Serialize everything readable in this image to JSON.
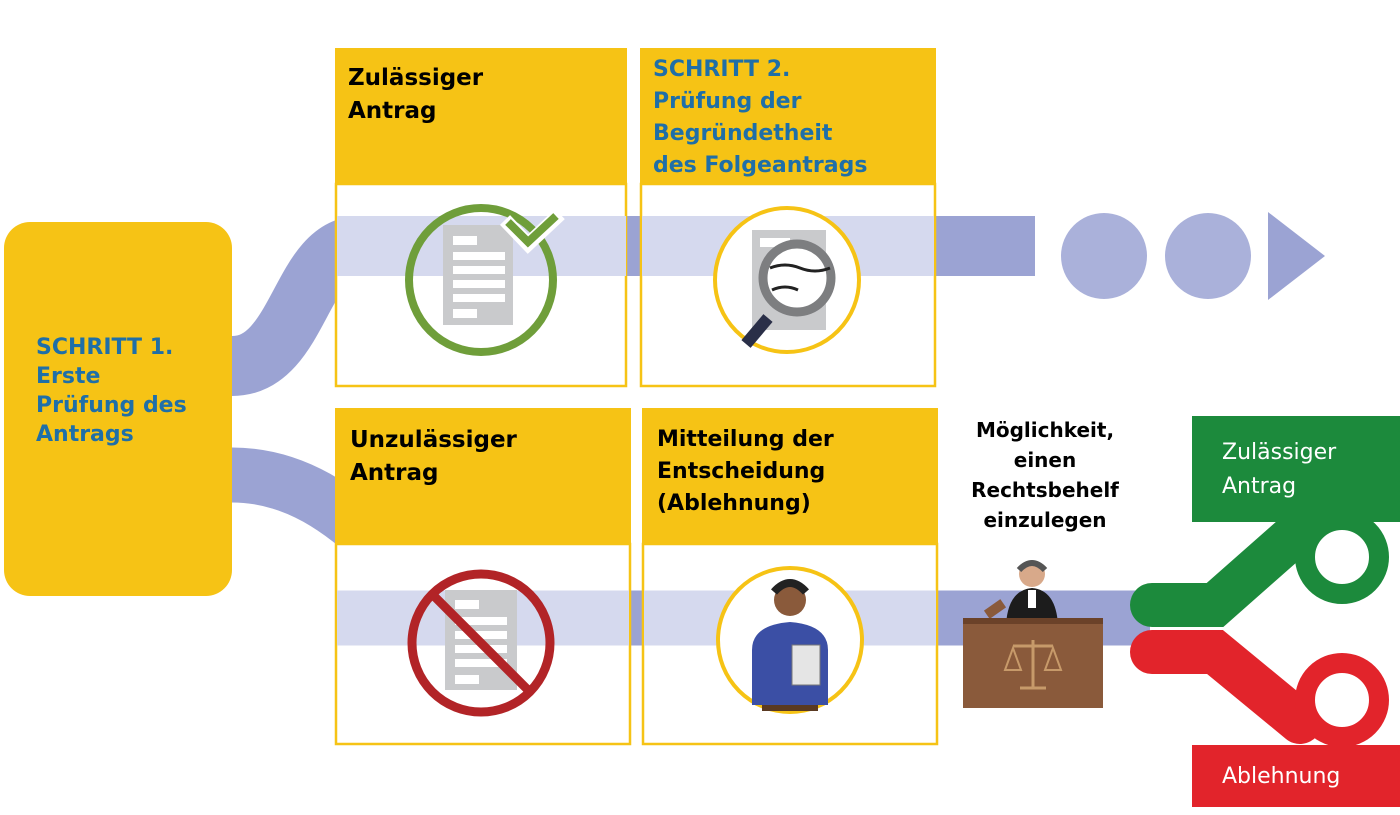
{
  "step1": {
    "text": "SCHRITT 1.\nErste\nPrüfung des\nAntrags"
  },
  "boxes": {
    "admissible": {
      "title": "Zulässiger\nAntrag"
    },
    "step2": {
      "title": "SCHRITT 2.\nPrüfung der\nBegründetheit\ndes Folgeantrags"
    },
    "inadmissible": {
      "title": "Unzulässiger\nAntrag"
    },
    "notice": {
      "title": "Mitteilung der\nEntscheidung\n(Ablehnung)"
    }
  },
  "appeal": {
    "text": "Möglichkeit,\neinen\nRechtsbehelf\neinzulegen"
  },
  "outcomes": {
    "admissible": {
      "label": "Zulässiger\nAntrag",
      "color": "#1c8a3c"
    },
    "rejection": {
      "label": "Ablehnung",
      "color": "#e2242b"
    }
  },
  "colors": {
    "box_yellow": "#f6c315",
    "path": "#9ba3d3",
    "path_light": "#d5d9ee",
    "check_green": "#6f9e3a",
    "prohibited_red": "#b22427",
    "magnifier_grey": "#7d7e80",
    "court_wood": "#8a5a3b",
    "person_shirt": "#3b4fa5"
  },
  "icons": [
    "document-check-icon",
    "magnifier-document-icon",
    "prohibited-document-icon",
    "person-holding-document-icon",
    "judge-court-icon",
    "circle-chevron-icon",
    "arrow-right-icon"
  ]
}
